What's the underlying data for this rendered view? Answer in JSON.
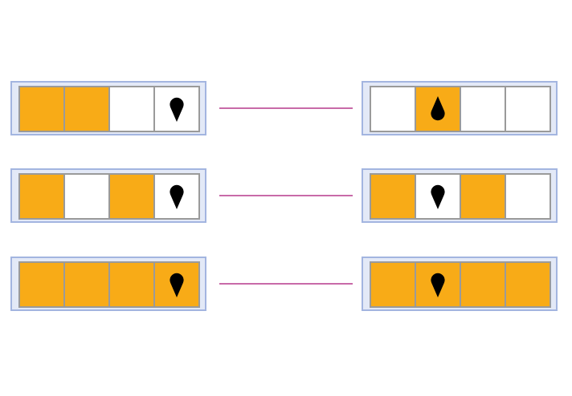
{
  "colors": {
    "fill": "#f8ab17",
    "empty": "#ffffff",
    "connector": "#c86aa8",
    "panel_bg": "#e3e9f7",
    "panel_border": "#a3b5e0",
    "cell_border": "#9a9a9a",
    "marker": "#000000"
  },
  "icons": {
    "marker": "teardrop-marker-icon"
  },
  "rows": [
    {
      "left": {
        "cells": [
          true,
          true,
          false,
          false
        ],
        "marker_index": 3,
        "marker_direction": "down"
      },
      "right": {
        "cells": [
          false,
          true,
          false,
          false
        ],
        "marker_index": 1,
        "marker_direction": "up"
      }
    },
    {
      "left": {
        "cells": [
          true,
          false,
          true,
          false
        ],
        "marker_index": 3,
        "marker_direction": "down"
      },
      "right": {
        "cells": [
          true,
          false,
          true,
          false
        ],
        "marker_index": 1,
        "marker_direction": "down"
      }
    },
    {
      "left": {
        "cells": [
          true,
          true,
          true,
          true
        ],
        "marker_index": 3,
        "marker_direction": "down"
      },
      "right": {
        "cells": [
          true,
          true,
          true,
          true
        ],
        "marker_index": 1,
        "marker_direction": "down"
      }
    }
  ]
}
